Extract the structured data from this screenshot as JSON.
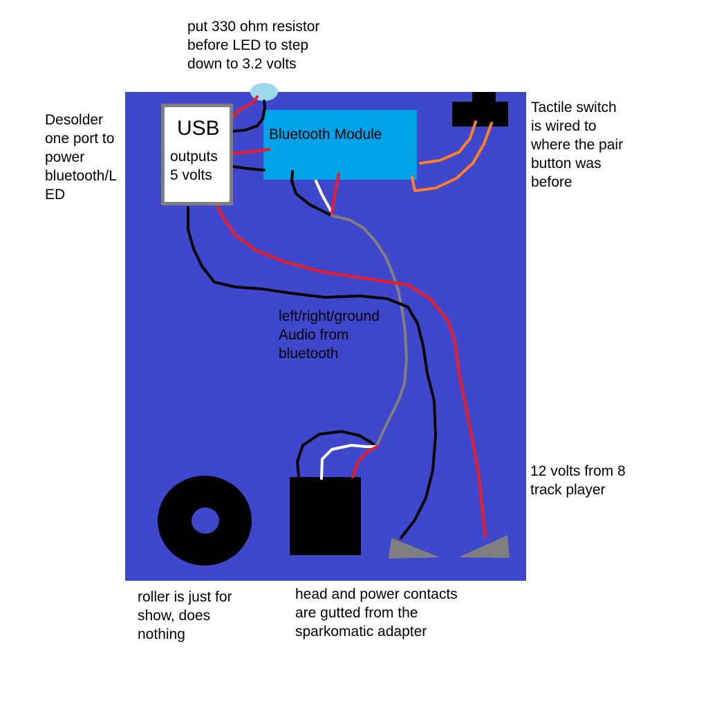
{
  "labels": {
    "resistor_note": "put 330 ohm resistor\nbefore LED to step\ndown to 3.2 volts",
    "desolder_note": "Desolder\none port to\npower\nbluetooth/L\nED",
    "tactile_note": "Tactile switch\nis wired to\nwhere the pair\nbutton was\nbefore",
    "audio_note": "left/right/ground\nAudio from\nbluetooth",
    "twelve_volt_note": "12 volts from 8\ntrack player",
    "roller_note": "roller is just for\nshow, does\nnothing",
    "head_note": "head and power contacts\nare gutted from the\nsparkomatic adapter"
  },
  "components": {
    "usb_title": "USB",
    "usb_sub": "outputs\n5 volts",
    "bluetooth_label": "Bluetooth Module"
  },
  "colors": {
    "board": "#3f48cc",
    "bluetooth": "#00a2e8",
    "led": "#99d9ea",
    "wire_red": "#ed1c24",
    "wire_black": "#000000",
    "wire_gray": "#7f7f7f",
    "wire_white": "#ffffff",
    "wire_orange": "#ff7f27"
  }
}
